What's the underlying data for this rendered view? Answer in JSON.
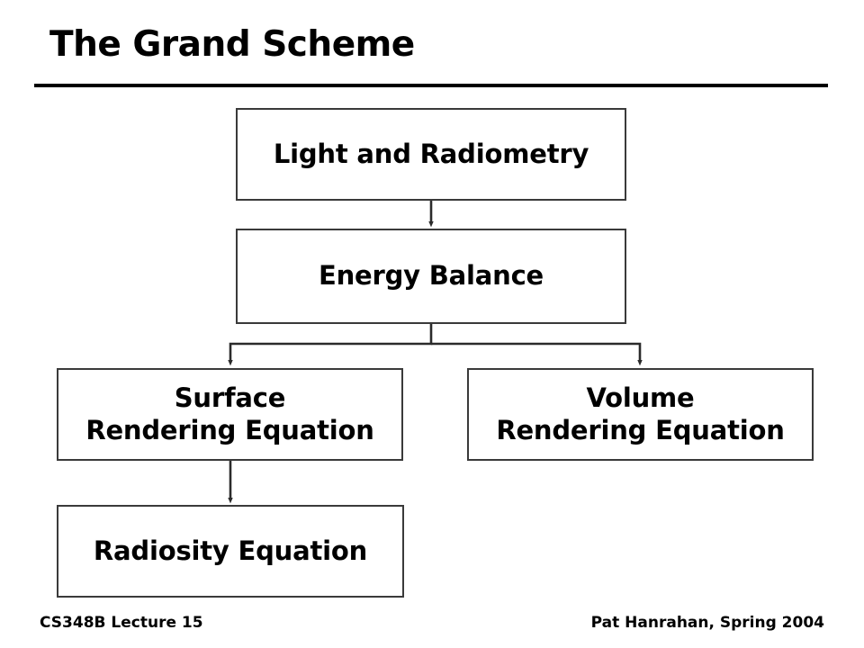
{
  "slide": {
    "title": "The Grand Scheme",
    "background_color": "#ffffff",
    "text_color": "#000000",
    "rule_color": "#000000",
    "box_border_color": "#3a3a3a",
    "connector_color": "#2b2b2b"
  },
  "diagram": {
    "type": "flowchart",
    "nodes": [
      {
        "id": "light",
        "label": "Light and Radiometry",
        "lines": [
          "Light and Radiometry"
        ]
      },
      {
        "id": "energy",
        "label": "Energy Balance",
        "lines": [
          "Energy Balance"
        ]
      },
      {
        "id": "surface",
        "label": "Surface\nRendering Equation",
        "lines": [
          "Surface",
          "Rendering Equation"
        ]
      },
      {
        "id": "volume",
        "label": "Volume\nRendering Equation",
        "lines": [
          "Volume",
          "Rendering Equation"
        ]
      },
      {
        "id": "radiosity",
        "label": "Radiosity Equation",
        "lines": [
          "Radiosity Equation"
        ]
      }
    ],
    "edges": [
      {
        "from": "light",
        "to": "energy",
        "style": "arrow-down"
      },
      {
        "from": "energy",
        "to": "surface",
        "style": "arrow-elbow-left"
      },
      {
        "from": "energy",
        "to": "volume",
        "style": "arrow-elbow-right"
      },
      {
        "from": "surface",
        "to": "radiosity",
        "style": "arrow-down"
      }
    ]
  },
  "footer": {
    "left": "CS348B Lecture 15",
    "right": "Pat Hanrahan, Spring 2004"
  }
}
